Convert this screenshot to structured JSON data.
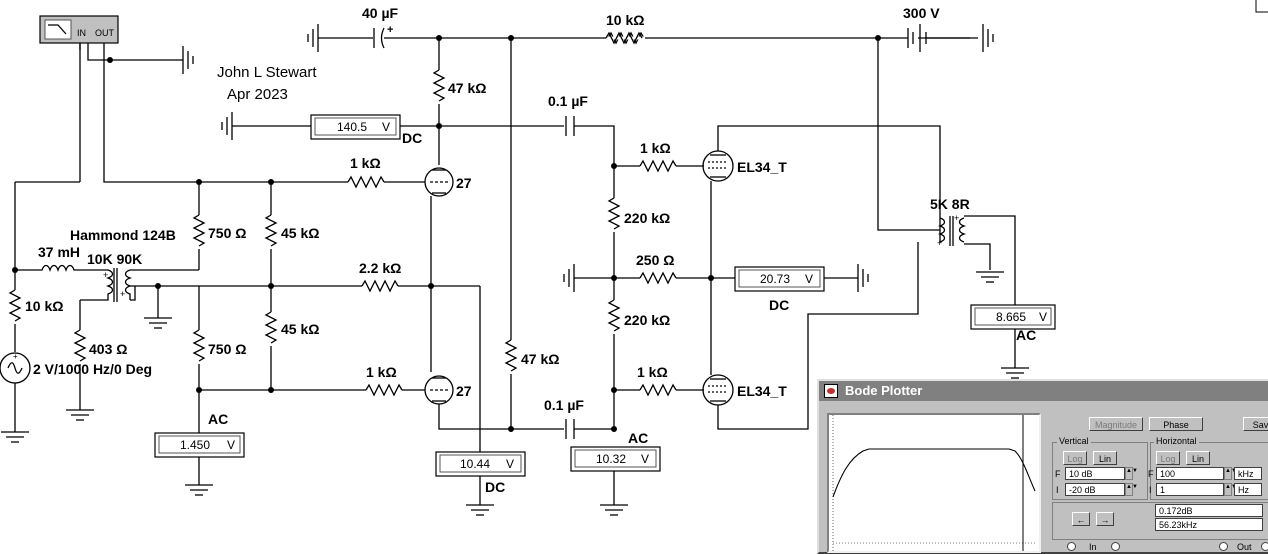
{
  "labels": {
    "author": "John L Stewart",
    "date": "Apr 2023",
    "transformer_in": "Hammond 124B",
    "transformer_in_ratio": "10K 90K",
    "transformer_out": "5K 8R",
    "supply": "300 V",
    "source": "2 V/1000 Hz/0 Deg",
    "tube_driver_top": "27",
    "tube_driver_bot": "27",
    "tube_out_top": "EL34_T",
    "tube_out_bot": "EL34_T"
  },
  "components": {
    "c_40u": "40 µF",
    "r_10k_top": "10 kΩ",
    "r_47k_top": "47 kΩ",
    "c_01u_top": "0.1 µF",
    "r_1k_grid_top": "1 kΩ",
    "r_1k_el34_top": "1 kΩ",
    "r_750_top": "750 Ω",
    "r_45k_top": "45 kΩ",
    "r_220k_top": "220 kΩ",
    "l_37m": "37 mH",
    "r_2k2": "2.2 kΩ",
    "r_250": "250 Ω",
    "r_10k_src": "10 kΩ",
    "r_403": "403 Ω",
    "r_750_bot": "750 Ω",
    "r_45k_bot": "45 kΩ",
    "r_220k_bot": "220 kΩ",
    "r_47k_bot": "47 kΩ",
    "r_1k_grid_bot": "1 kΩ",
    "r_1k_el34_bot": "1 kΩ",
    "c_01u_bot": "0.1 µF"
  },
  "meters": [
    {
      "id": "m_plate_top",
      "value": "140.5",
      "unit": "V",
      "mode": "DC"
    },
    {
      "id": "m_cathode_el34",
      "value": "20.73",
      "unit": "V",
      "mode": "DC"
    },
    {
      "id": "m_output",
      "value": "8.665",
      "unit": "V",
      "mode": "AC"
    },
    {
      "id": "m_input",
      "value": "1.450",
      "unit": "V",
      "mode": "AC"
    },
    {
      "id": "m_cathode_27",
      "value": "10.44",
      "unit": "V",
      "mode": "DC"
    },
    {
      "id": "m_grid_el34",
      "value": "10.32",
      "unit": "V",
      "mode": "AC"
    }
  ],
  "bode_icon": {
    "in": "IN",
    "out": "OUT"
  },
  "bode": {
    "title": "Bode Plotter",
    "magnitude": "Magnitude",
    "phase": "Phase",
    "save": "Save",
    "vertical": "Vertical",
    "horizontal": "Horizontal",
    "log": "Log",
    "lin": "Lin",
    "f": "F",
    "i": "I",
    "v_final": "10 dB",
    "v_initial": "-20 dB",
    "h_final": "100",
    "h_initial": "1",
    "h_final_unit": "kHz",
    "h_initial_unit": "Hz",
    "readout_db": "0.172dB",
    "readout_freq": "56.23kHz",
    "in": "In",
    "out": "Out",
    "arrow_left": "←",
    "arrow_right": "→"
  }
}
